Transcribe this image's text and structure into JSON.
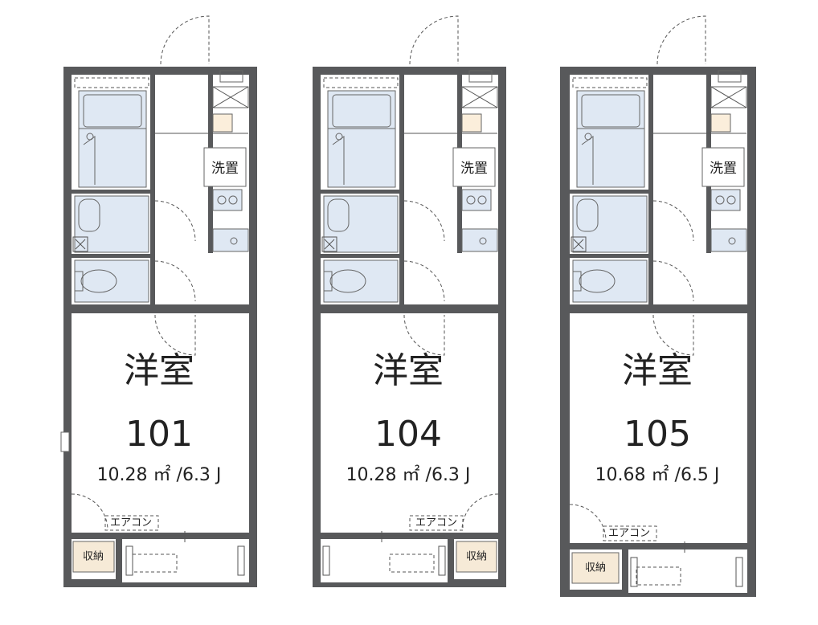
{
  "units": [
    {
      "room_label": "洋室",
      "number": "101",
      "area": "10.28 ㎡ /6.3 J",
      "washer_label": "洗置",
      "aircon_label": "エアコン",
      "storage_label": "収納"
    },
    {
      "room_label": "洋室",
      "number": "104",
      "area": "10.28 ㎡ /6.3 J",
      "washer_label": "洗置",
      "aircon_label": "エアコン",
      "storage_label": "収納"
    },
    {
      "room_label": "洋室",
      "number": "105",
      "area": "10.68 ㎡ /6.5 J",
      "washer_label": "洗置",
      "aircon_label": "エアコン",
      "storage_label": "収納"
    }
  ]
}
